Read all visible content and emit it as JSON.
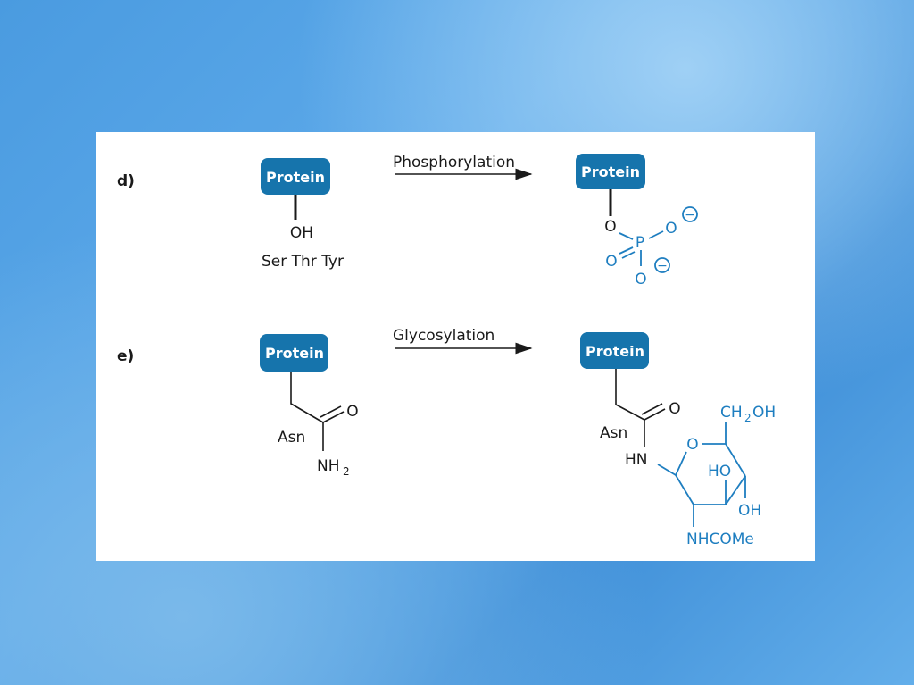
{
  "reactions": [
    {
      "label": "d)",
      "name": "Phosphorylation",
      "reactant": {
        "box": "Protein",
        "group": "OH",
        "residues": "Ser Thr Tyr"
      },
      "product": {
        "box": "Protein",
        "atoms": [
          "O",
          "P",
          "O",
          "O",
          "O"
        ],
        "charge": "−"
      }
    },
    {
      "label": "e)",
      "name": "Glycosylation",
      "reactant": {
        "box": "Protein",
        "residue": "Asn",
        "carbonyl": "O",
        "amide": "NH",
        "amide_sub": "2"
      },
      "product": {
        "box": "Protein",
        "residue": "Asn",
        "carbonyl": "O",
        "linker": "HN",
        "ring_o": "O",
        "ch2oh_a": "CH",
        "ch2oh_sub": "2",
        "ch2oh_b": "OH",
        "ho": "HO",
        "oh": "OH",
        "nhcome": "NHCOMe"
      }
    }
  ],
  "colors": {
    "protein_box": "#1674ac",
    "modification": "#1e7ec0"
  }
}
